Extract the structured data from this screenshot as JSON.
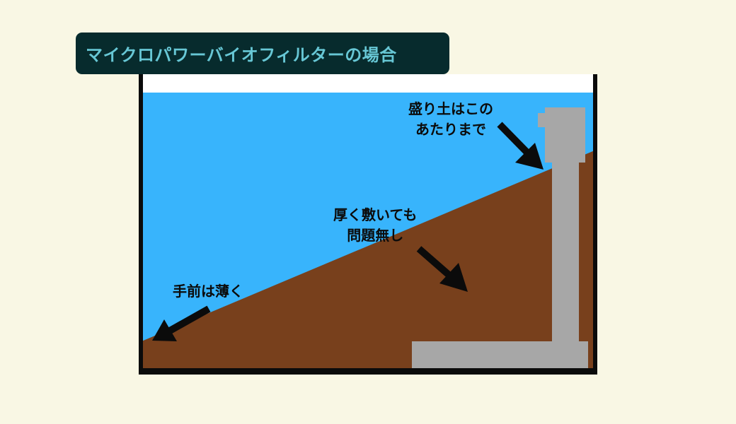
{
  "title": "マイクロパワーバイオフィルターの場合",
  "labels": {
    "front": "手前は薄く",
    "middle": [
      "厚く敷いても",
      "問題無し"
    ],
    "back": [
      "盛り土はこの",
      "あたりまで"
    ]
  },
  "colors": {
    "background": "#f9f7e4",
    "title_bg": "#072b2d",
    "title_text": "#67c7d5",
    "water": "#38b4fc",
    "soil": "#78401c",
    "filter": "#a7a7a7",
    "tank_frame": "#0b0b0b",
    "arrow": "#0b0b0b"
  }
}
